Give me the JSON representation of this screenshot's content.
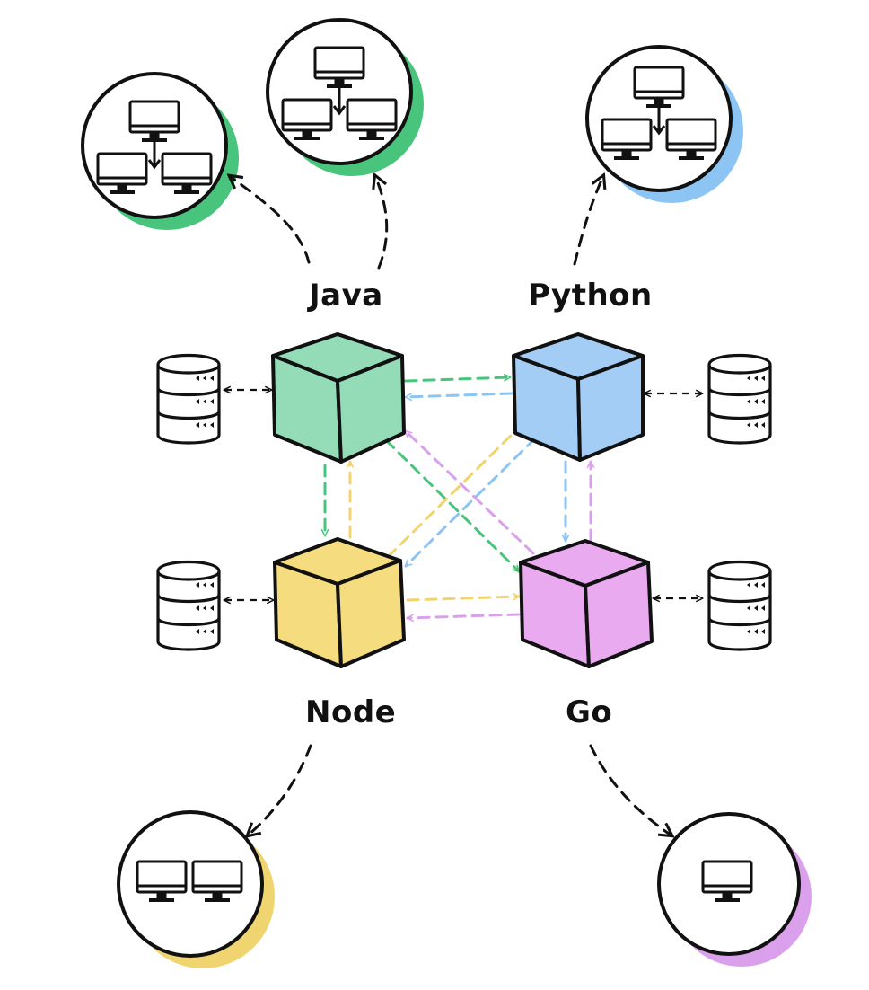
{
  "labels": {
    "java": "Java",
    "python": "Python",
    "node": "Node",
    "go": "Go"
  },
  "colors": {
    "java": "#93dcb7",
    "python": "#a4cdf6",
    "node": "#f5dc7e",
    "go": "#eaaaf0",
    "java_accent": "#48c47c",
    "python_accent": "#8cc4f4",
    "node_accent": "#f0d470",
    "go_accent": "#dba0ec",
    "ink": "#111111"
  },
  "icons": {
    "service": "cube-icon",
    "database": "database-icon",
    "network": "network-cluster-icon",
    "client": "monitor-icon"
  },
  "clusters": {
    "java": [
      {
        "monitors": 3
      },
      {
        "monitors": 3
      }
    ],
    "python": [
      {
        "monitors": 3
      }
    ],
    "node": [
      {
        "monitors": 2
      }
    ],
    "go": [
      {
        "monitors": 1
      }
    ]
  },
  "connections": [
    {
      "from": "java",
      "to": "python",
      "color": "java"
    },
    {
      "from": "python",
      "to": "java",
      "color": "python"
    },
    {
      "from": "java",
      "to": "node",
      "color": "java"
    },
    {
      "from": "node",
      "to": "java",
      "color": "node"
    },
    {
      "from": "python",
      "to": "go",
      "color": "python"
    },
    {
      "from": "go",
      "to": "python",
      "color": "go"
    },
    {
      "from": "node",
      "to": "go",
      "color": "node"
    },
    {
      "from": "go",
      "to": "node",
      "color": "go"
    },
    {
      "from": "java",
      "to": "go",
      "color": "java"
    },
    {
      "from": "go",
      "to": "java",
      "color": "go"
    },
    {
      "from": "node",
      "to": "python",
      "color": "node"
    },
    {
      "from": "python",
      "to": "node",
      "color": "python"
    }
  ]
}
